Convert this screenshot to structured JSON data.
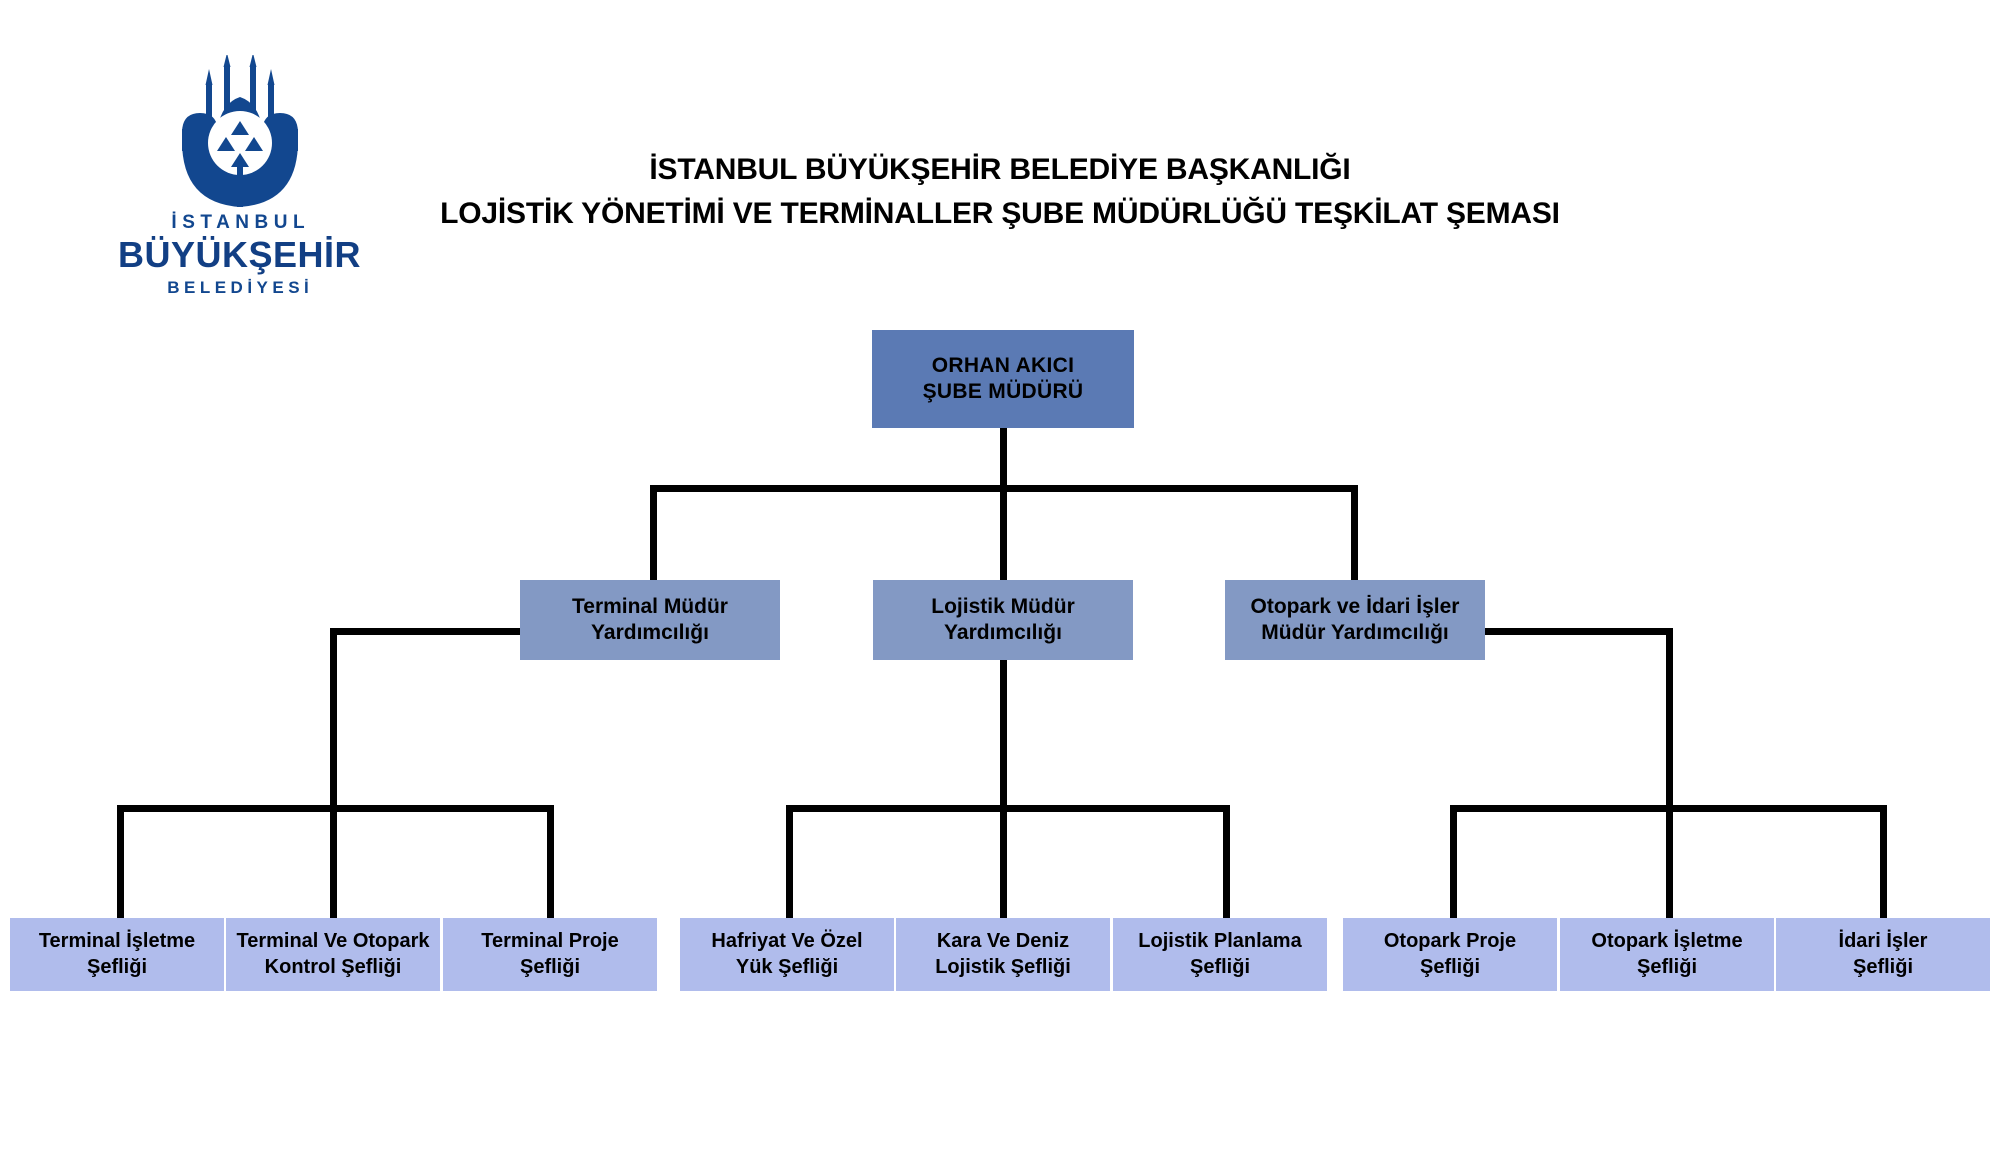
{
  "logo": {
    "icon": "istanbul-tulip-mosque-emblem",
    "line1": "İSTANBUL",
    "line2": "BÜYÜKŞEHİR",
    "line3": "BELEDİYESİ",
    "color": "#12478f"
  },
  "title": {
    "line1": "İSTANBUL BÜYÜKŞEHİR BELEDİYE BAŞKANLIĞI",
    "line2": "LOJİSTİK YÖNETİMİ VE TERMİNALLER ŞUBE MÜDÜRLÜĞÜ TEŞKİLAT ŞEMASI"
  },
  "colors": {
    "level1_fill": "#5b7ab4",
    "level2_fill": "#8399c4",
    "level3_fill": "#b0bcec",
    "connector": "#000000",
    "text": "#000000",
    "logo_blue": "#12478f"
  },
  "chart_data": {
    "type": "org-chart",
    "title": "İSTANBUL BÜYÜKŞEHİR BELEDİYE BAŞKANLIĞI LOJİSTİK YÖNETİMİ VE TERMİNALLER ŞUBE MÜDÜRLÜĞÜ TEŞKİLAT ŞEMASI",
    "orientation": "top-down",
    "levels": 3,
    "nodes": [
      {
        "id": "root",
        "level": 1,
        "name": "ORHAN AKICI",
        "role": "ŞUBE MÜDÜRÜ",
        "label": "ORHAN AKICI\nŞUBE MÜDÜRÜ",
        "parent": null
      },
      {
        "id": "terminal-md-yrd",
        "level": 2,
        "label": "Terminal Müdür\nYardımcılığı",
        "parent": "root"
      },
      {
        "id": "lojistik-md-yrd",
        "level": 2,
        "label": "Lojistik Müdür\nYardımcılığı",
        "parent": "root"
      },
      {
        "id": "otopark-idari-md-yrd",
        "level": 2,
        "label": "Otopark ve İdari İşler\nMüdür Yardımcılığı",
        "parent": "root"
      },
      {
        "id": "terminal-isletme",
        "level": 3,
        "label": "Terminal İşletme\nŞefliği",
        "parent": "terminal-md-yrd"
      },
      {
        "id": "terminal-otopark-kontrol",
        "level": 3,
        "label": "Terminal Ve Otopark\nKontrol Şefliği",
        "parent": "terminal-md-yrd"
      },
      {
        "id": "terminal-proje",
        "level": 3,
        "label": "Terminal Proje\nŞefliği",
        "parent": "terminal-md-yrd"
      },
      {
        "id": "hafriyat-ozel-yuk",
        "level": 3,
        "label": "Hafriyat Ve Özel\nYük Şefliği",
        "parent": "lojistik-md-yrd"
      },
      {
        "id": "kara-deniz-lojistik",
        "level": 3,
        "label": "Kara Ve Deniz\nLojistik Şefliği",
        "parent": "lojistik-md-yrd"
      },
      {
        "id": "lojistik-planlama",
        "level": 3,
        "label": "Lojistik Planlama\nŞefliği",
        "parent": "lojistik-md-yrd"
      },
      {
        "id": "otopark-proje",
        "level": 3,
        "label": "Otopark Proje\nŞefliği",
        "parent": "otopark-idari-md-yrd"
      },
      {
        "id": "otopark-isletme",
        "level": 3,
        "label": "Otopark İşletme\nŞefliği",
        "parent": "otopark-idari-md-yrd"
      },
      {
        "id": "idari-isler",
        "level": 3,
        "label": "İdari İşler\nŞefliği",
        "parent": "otopark-idari-md-yrd"
      }
    ]
  }
}
